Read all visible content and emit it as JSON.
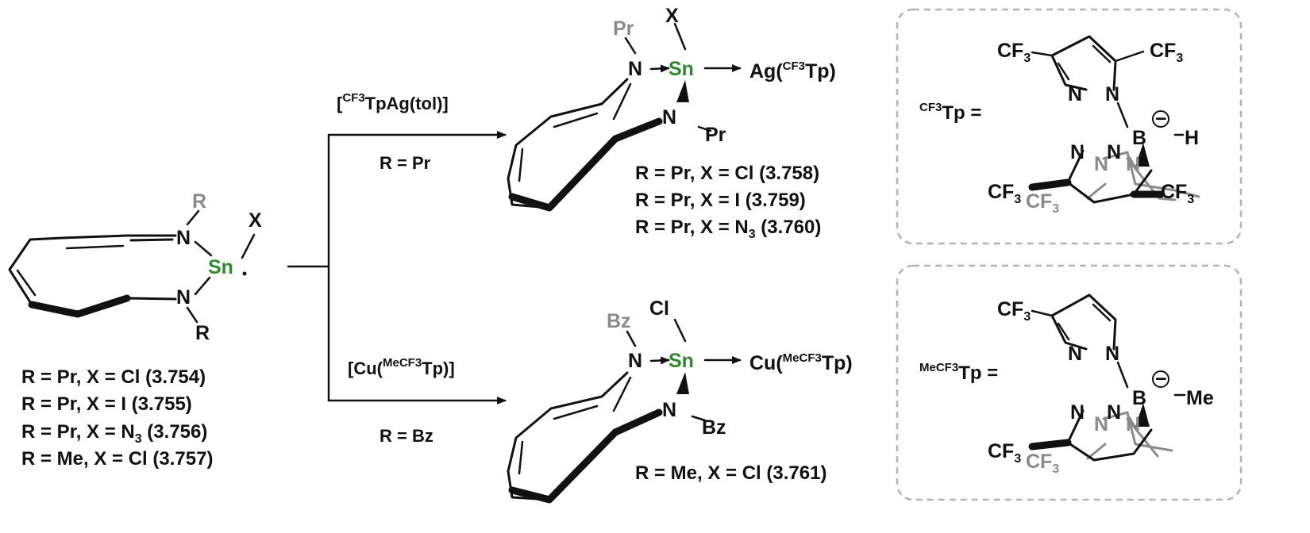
{
  "reactant": {
    "labels": [
      "R = Pr, X = Cl (3.754)",
      "R = Pr, X = I (3.755)",
      "R = Me, X = Cl (3.757)"
    ],
    "label_n3": {
      "pre": "R = Pr, X = N",
      "sub": "3",
      "post": " (3.756)"
    }
  },
  "top_reaction": {
    "reagent": {
      "open": "[",
      "sup": "CF3",
      "main": "TpAg(tol)]"
    },
    "condition": "R = Pr",
    "product_ag": {
      "pre": "Ag(",
      "sup": "CF3",
      "post": "Tp)"
    },
    "products": [
      "R = Pr, X = Cl (3.758)",
      "R = Pr, X = I (3.759)"
    ],
    "product_n3": {
      "pre": "R = Pr, X = N",
      "sub": "3",
      "post": " (3.760)"
    }
  },
  "bottom_reaction": {
    "reagent": {
      "pre": "[Cu(",
      "sup": "MeCF3",
      "post": "Tp)]"
    },
    "condition": "R = Bz",
    "product_cu": {
      "pre": "Cu(",
      "sup": "MeCF3",
      "post": "Tp)"
    },
    "product": "R = Me, X = Cl (3.761)"
  },
  "ligand_boxes": {
    "top": {
      "sup": "CF3",
      "main": "Tp ="
    },
    "bottom": {
      "sup": "MeCF3",
      "main": "Tp ="
    }
  },
  "atoms": {
    "R": "R",
    "X": "X",
    "N": "N",
    "Sn": "Sn",
    "Pr": "Pr",
    "Bz": "Bz",
    "Cl": "Cl",
    "B": "B",
    "H": "H",
    "Me": "Me",
    "CF": "CF",
    "three": "3",
    "minus": "−"
  },
  "colors": {
    "tin": "#2f8a2f",
    "grey_substituent": "#8a8a8a",
    "bond": "#111111",
    "box_border": "#b3b3b3"
  }
}
